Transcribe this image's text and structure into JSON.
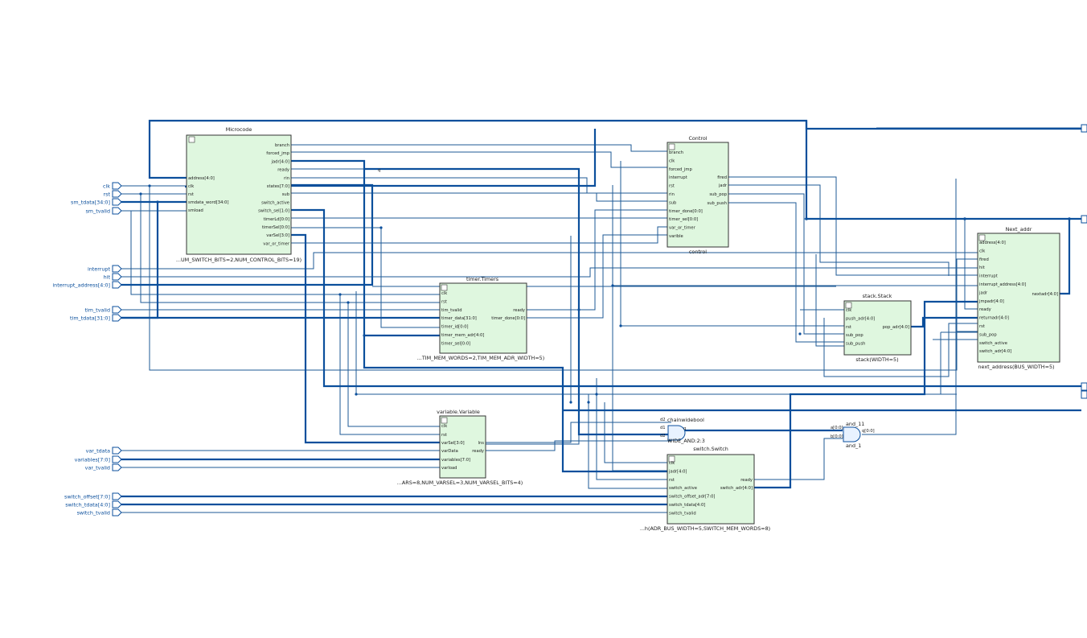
{
  "inputs": [
    {
      "name": "clk"
    },
    {
      "name": "rst"
    },
    {
      "name": "sm_tdata[34:0]"
    },
    {
      "name": "sm_tvalid"
    },
    {
      "name": "interrupt"
    },
    {
      "name": "hit"
    },
    {
      "name": "interrupt_address[4:0]"
    },
    {
      "name": "tim_tvalid"
    },
    {
      "name": "tim_tdata[31:0]"
    },
    {
      "name": "var_tdata"
    },
    {
      "name": "variables[7:0]"
    },
    {
      "name": "var_tvalid"
    },
    {
      "name": "switch_offset[7:0]"
    },
    {
      "name": "switch_tdata[4:0]"
    },
    {
      "name": "switch_tvalid"
    }
  ],
  "blocks": {
    "microcode": {
      "title": "Microcode",
      "params": "...UM_SWITCH_BITS=2,NUM_CONTROL_BITS=19)",
      "left_pins": [
        "address[4:0]",
        "clk",
        "rst",
        "smdata_word[34:0]",
        "smload"
      ],
      "right_pins": [
        "branch",
        "forced_jmp",
        "jadr[4:0]",
        "ready",
        "rin",
        "states[7:0]",
        "sub",
        "switch_active",
        "switch_sel[1:0]",
        "timerLd[0:0]",
        "timerSel[0:0]",
        "varSel[3:0]",
        "var_or_timer"
      ]
    },
    "control": {
      "title": "Control",
      "params": "control",
      "left_pins": [
        "branch",
        "clk",
        "forced_jmp",
        "interrupt",
        "rst",
        "rin",
        "sub",
        "timer_done[0:0]",
        "timer_sel[0:0]",
        "var_or_timer",
        "varible"
      ],
      "right_pins": [
        "fired",
        "jadr",
        "sub_pop",
        "sub_push"
      ]
    },
    "timer": {
      "title": "timer.Timers",
      "params": "...TIM_MEM_WORDS=2,TIM_MEM_ADR_WIDTH=5)",
      "left_pins": [
        "clk",
        "rst",
        "tim_tvalid",
        "timer_data[31:0]",
        "timer_id[0:0]",
        "timer_mem_adr[4:0]",
        "timer_sel[0:0]"
      ],
      "right_pins": [
        "ready",
        "timer_done[0:0]"
      ]
    },
    "variable": {
      "title": "variable.Variable",
      "params": "...ARS=8,NUM_VARSEL=3,NUM_VARSEL_BITS=4)",
      "left_pins": [
        "clk",
        "rst",
        "varSel[3:0]",
        "varData",
        "variables[7:0]",
        "varload"
      ],
      "right_pins": [
        "lns",
        "ready"
      ]
    },
    "stack": {
      "title": "stack.Stack",
      "params": "stack(WIDTH=5)",
      "left_pins": [
        "clk",
        "push_adr[4:0]",
        "rst",
        "sub_pop",
        "sub_push"
      ],
      "right_pins": [
        "pop_adr[4:0]"
      ]
    },
    "switch": {
      "title": "switch.Switch",
      "params": "...h(ADR_BUS_WIDTH=5,SWITCH_MEM_WORDS=8)",
      "left_pins": [
        "clk",
        "jadr[4:0]",
        "rst",
        "switch_active",
        "switch_offset_adr[7:0]",
        "switch_tdata[4:0]",
        "switch_tvalid"
      ],
      "right_pins": [
        "ready",
        "switch_adr[4:0]"
      ]
    },
    "next_addr": {
      "title": "Next_addr",
      "params": "next_address(BUS_WIDTH=5)",
      "left_pins": [
        "address[4:0]",
        "clk",
        "fired",
        "hit",
        "interrupt",
        "interrupt_address[4:0]",
        "jadr",
        "jmpadr[4:0]",
        "ready",
        "returnadr[4:0]",
        "rst",
        "sub_pop",
        "switch_active",
        "switch_adr[4:0]"
      ],
      "right_pins": [
        "nextadr[4:0]"
      ]
    }
  },
  "gates": {
    "chain": {
      "title": "chainwidebool",
      "sub": "WIDE_AND:2:3",
      "pins": [
        "d2",
        "d1",
        "d2"
      ],
      "out": "q"
    },
    "and": {
      "title": "and_11",
      "sub": "and_1",
      "pins": [
        "a[0:0]",
        "b[0:0]"
      ],
      "out": "q[0:0]"
    }
  },
  "labels": {
    "q_tag": "q"
  }
}
